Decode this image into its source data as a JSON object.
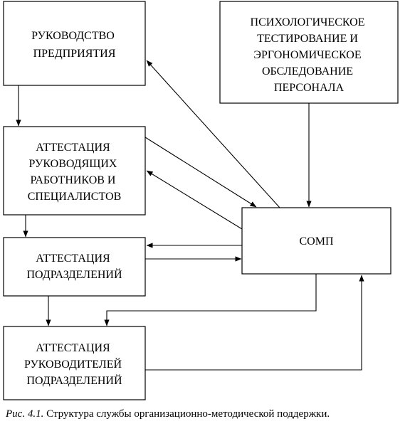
{
  "boxes": {
    "management": [
      "РУКОВОДСТВО",
      "ПРЕДПРИЯТИЯ"
    ],
    "testing": [
      "ПСИХОЛОГИЧЕСКОЕ",
      "ТЕСТИРОВАНИЕ И",
      "ЭРГОНОМИЧЕСКОЕ",
      "ОБСЛЕДОВАНИЕ",
      "ПЕРСОНАЛА"
    ],
    "attest_managers": [
      "АТТЕСТАЦИЯ",
      "РУКОВОДЯЩИХ",
      "РАБОТНИКОВ И",
      "СПЕЦИАЛИСТОВ"
    ],
    "somp": [
      "СОМП"
    ],
    "attest_units": [
      "АТТЕСТАЦИЯ",
      "ПОДРАЗДЕЛЕНИЙ"
    ],
    "attest_unit_heads": [
      "АТТЕСТАЦИЯ",
      "РУКОВОДИТЕЛЕЙ",
      "ПОДРАЗДЕЛЕНИЙ"
    ]
  },
  "caption": {
    "prefix": "Рис. 4.1.",
    "text": " Структура службы организационно-методической поддержки."
  }
}
